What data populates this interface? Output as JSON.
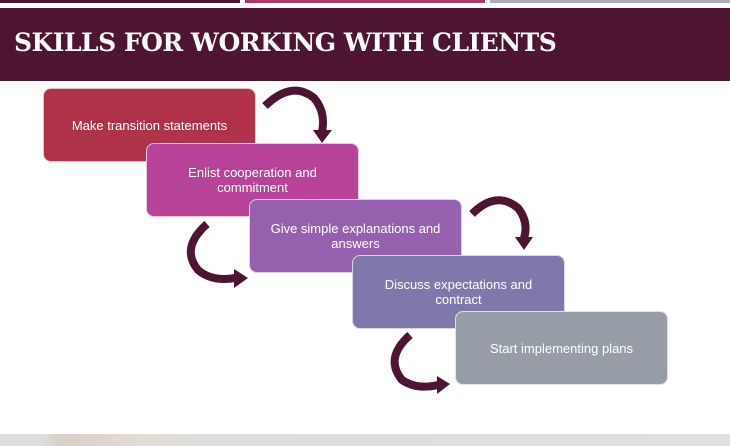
{
  "title": "SKILLS FOR WORKING WITH CLIENTS",
  "steps": [
    {
      "label": "Make transition statements",
      "color": "#b0324a"
    },
    {
      "label": "Enlist cooperation and commitment",
      "color": "#b8449a"
    },
    {
      "label": "Give simple explanations and answers",
      "color": "#9660ae"
    },
    {
      "label": "Discuss expectations and contract",
      "color": "#7f78aa"
    },
    {
      "label": "Start implementing plans",
      "color": "#979da7"
    }
  ],
  "colors": {
    "header": "#4d1532",
    "arrow": "#4d1532"
  }
}
